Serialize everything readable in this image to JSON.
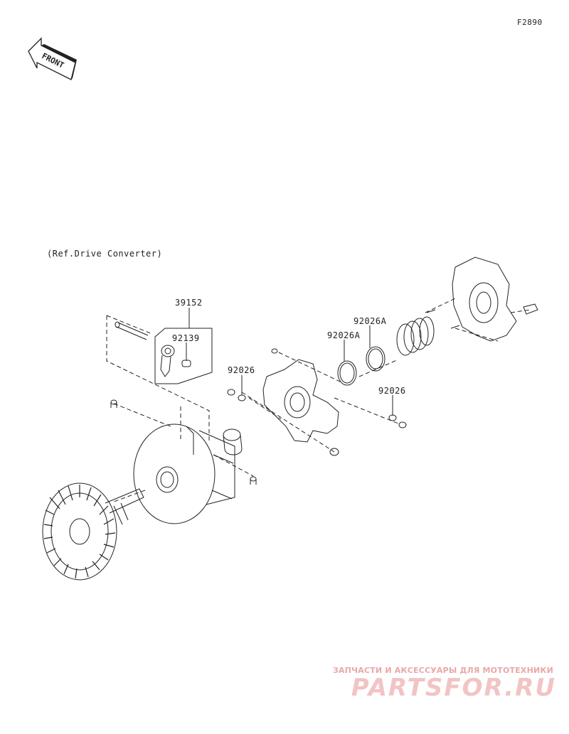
{
  "figure_code": "F2890",
  "front_arrow": {
    "label": "FRONT",
    "icon": "front-arrow-icon"
  },
  "reference_note": "(Ref.Drive Converter)",
  "callouts": {
    "kit": "39152",
    "weight_pin": "92139",
    "ring_a_left": "92026A",
    "ring_a_right": "92026A",
    "washer_left": "92026",
    "washer_right": "92026"
  },
  "watermark": {
    "tagline": "ЗАПЧАСТИ И АКСЕССУАРЫ ДЛЯ МОТОТЕХНИКИ",
    "brand": "PARTSFOR.RU",
    "color": "#e8a8a8"
  }
}
